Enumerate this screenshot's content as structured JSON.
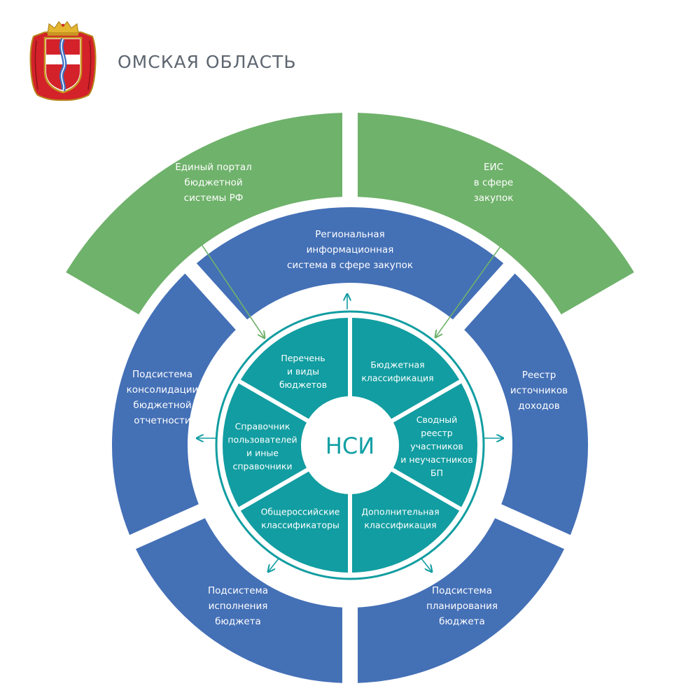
{
  "header": {
    "title": "ОМСКАЯ ОБЛАСТЬ",
    "logo": "omsk-coat-of-arms"
  },
  "colors": {
    "green": "#6fb26b",
    "blue": "#4470b6",
    "teal": "#119da1",
    "arrow_green": "#6fb26b",
    "arrow_teal": "#119da1",
    "hub_text": "#12a0a4",
    "title": "#5e6670",
    "coat_red": "#d3222a",
    "coat_gold": "#e3b531"
  },
  "diagram": {
    "center_label": "НСИ",
    "top_systems": [
      {
        "key": "portal",
        "lines": [
          "Единый портал",
          "бюджетной",
          "системы РФ"
        ]
      },
      {
        "key": "eis",
        "lines": [
          "ЕИС",
          "в сфере",
          "закупок"
        ]
      }
    ],
    "subsystems": [
      {
        "key": "regional",
        "lines": [
          "Региональная",
          "информационная",
          "система в сфере закупок"
        ]
      },
      {
        "key": "registry",
        "lines": [
          "Реестр",
          "источников",
          "доходов"
        ]
      },
      {
        "key": "planning",
        "lines": [
          "Подсистема",
          "планирования",
          "бюджета"
        ]
      },
      {
        "key": "execution",
        "lines": [
          "Подсистема",
          "исполнения",
          "бюджета"
        ]
      },
      {
        "key": "consolidation",
        "lines": [
          "Подсистема",
          "консолидации",
          "бюджетной",
          "отчетности"
        ]
      }
    ],
    "nsi_sections": [
      {
        "key": "budget-class",
        "lines": [
          "Бюджетная",
          "классификация"
        ]
      },
      {
        "key": "summary-registry",
        "lines": [
          "Сводный",
          "реестр",
          "участников",
          "и неучастников",
          "БП"
        ]
      },
      {
        "key": "additional-class",
        "lines": [
          "Дополнительная",
          "классификация"
        ]
      },
      {
        "key": "all-russian-class",
        "lines": [
          "Общероссийские",
          "классификаторы"
        ]
      },
      {
        "key": "users-directory",
        "lines": [
          "Справочник",
          "пользователей",
          "и иные",
          "справочники"
        ]
      },
      {
        "key": "budget-list",
        "lines": [
          "Перечень",
          "и виды",
          "бюджетов"
        ]
      }
    ]
  }
}
